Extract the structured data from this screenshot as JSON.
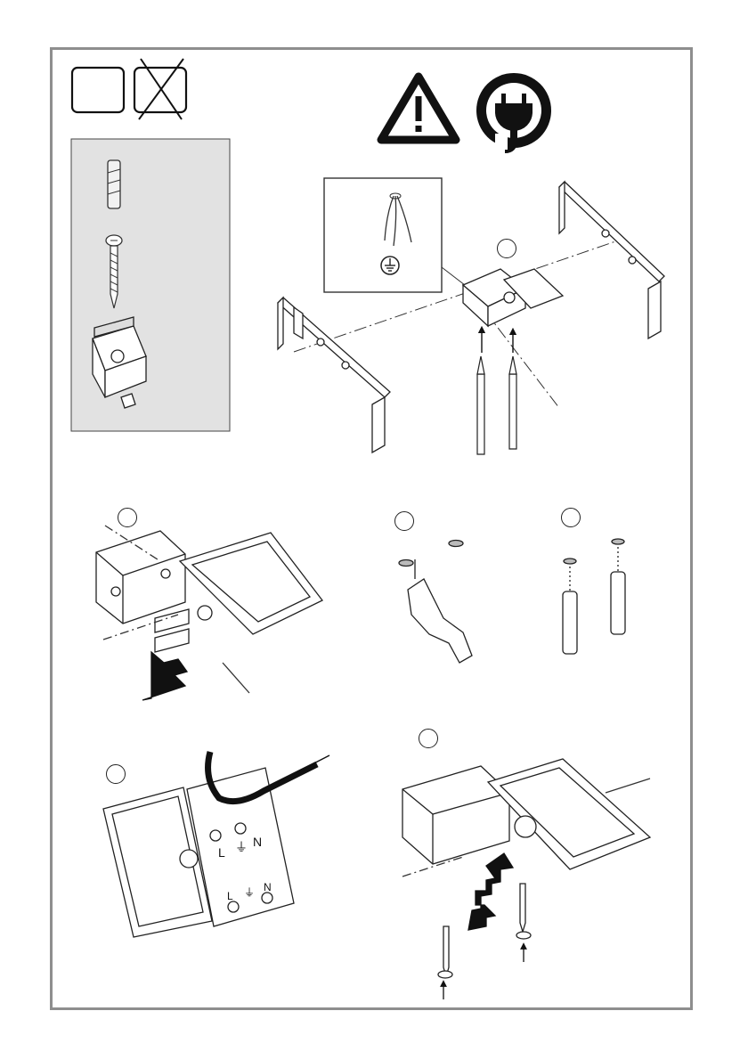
{
  "icons": {
    "unchecked_box": "square-box-icon",
    "crossed_box": "crossed-box-icon",
    "warning": "warning-triangle-icon",
    "power": "power-plug-icon",
    "ground": "ground-symbol-icon"
  },
  "colors": {
    "frame": "#8e8e8e",
    "parts_panel": "#e2e2e2",
    "ink": "#1a1a1a"
  },
  "steps": [
    {
      "id": 1,
      "label": ""
    },
    {
      "id": 2,
      "label": ""
    },
    {
      "id": 3,
      "label": ""
    },
    {
      "id": 4,
      "label": ""
    },
    {
      "id": 5,
      "label": ""
    },
    {
      "id": 6,
      "label": ""
    }
  ],
  "terminal_labels": {
    "live": "L",
    "neutral": "N",
    "earth": "⏚"
  }
}
